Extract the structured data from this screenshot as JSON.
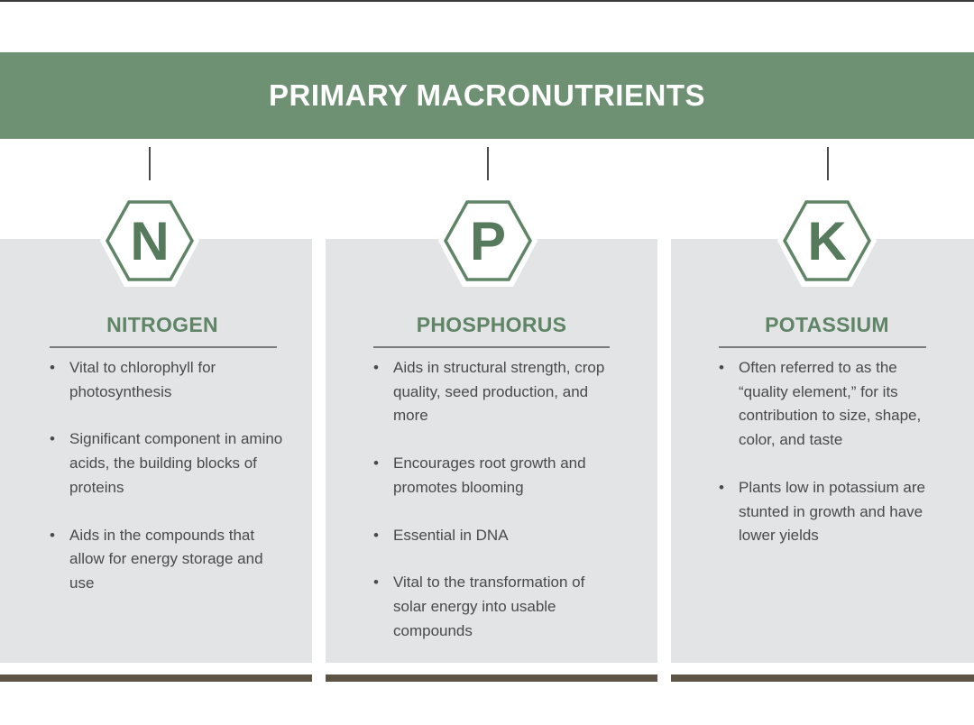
{
  "header": {
    "title": "PRIMARY MACRONUTRIENTS"
  },
  "colors": {
    "banner": "#6e9174",
    "accent_text": "#5f8466",
    "card_bg": "#e3e4e6",
    "bottom_bar": "#5d5446"
  },
  "nutrients": [
    {
      "symbol": "N",
      "name": "NITROGEN",
      "bullets": [
        "Vital to chlorophyll for photosynthesis",
        "Significant component in amino acids, the building blocks of proteins",
        "Aids in the compounds that allow for energy storage and use"
      ]
    },
    {
      "symbol": "P",
      "name": "PHOSPHORUS",
      "bullets": [
        "Aids in structural strength, crop quality, seed production, and more",
        "Encourages root growth and promotes blooming",
        "Essential in DNA",
        "Vital to the transformation of solar energy into usable compounds"
      ]
    },
    {
      "symbol": "K",
      "name": "POTASSIUM",
      "bullets": [
        "Often referred to as the “quality element,” for its contribution to size, shape, color, and taste",
        "Plants low in potassium are stunted in growth and have lower yields"
      ]
    }
  ]
}
